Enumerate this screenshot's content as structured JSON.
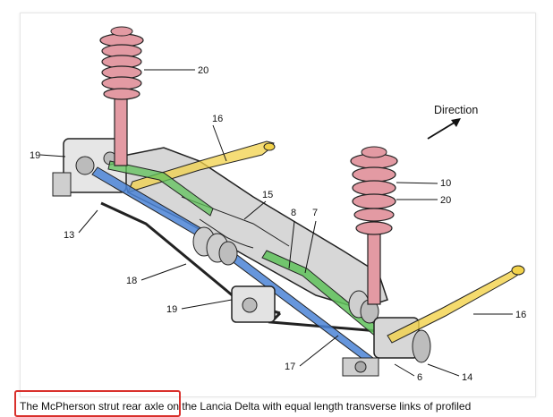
{
  "diagram": {
    "direction_label": "Direction",
    "labels": {
      "l20a": "20",
      "l16a": "16",
      "l19a": "19",
      "l15": "15",
      "l13": "13",
      "l8": "8",
      "l7": "7",
      "l10": "10",
      "l20b": "20",
      "l18": "18",
      "l19b": "19",
      "l16b": "16",
      "l17": "17",
      "l6": "6",
      "l14": "14"
    },
    "colors": {
      "spring": "#e39aa3",
      "yellow_link": "#f2d24a",
      "blue_link": "#4b84d6",
      "green_link": "#5fc25a"
    }
  },
  "caption": {
    "text": "The McPherson strut rear axle on the Lancia Delta with equal length transverse links of profiled"
  }
}
